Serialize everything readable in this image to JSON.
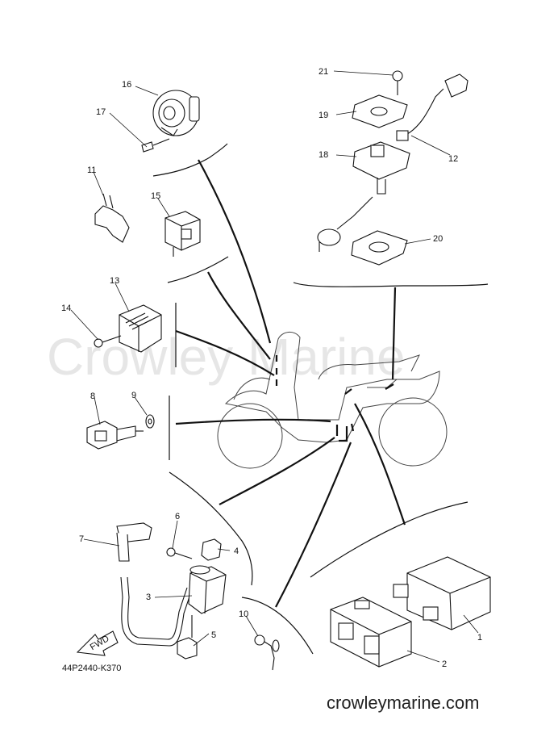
{
  "watermark": "Crowley Marine",
  "diagram_code": "44P2440-K370",
  "site_url": "crowleymarine.com",
  "fwd_label": "FWD",
  "callouts": {
    "c1": "1",
    "c2": "2",
    "c3": "3",
    "c4": "4",
    "c5": "5",
    "c6": "6",
    "c7": "7",
    "c8": "8",
    "c9": "9",
    "c10": "10",
    "c11": "11",
    "c12": "12",
    "c13": "13",
    "c14": "14",
    "c15": "15",
    "c16": "16",
    "c17": "17",
    "c18": "18",
    "c19": "19",
    "c20": "20",
    "c21": "21"
  }
}
